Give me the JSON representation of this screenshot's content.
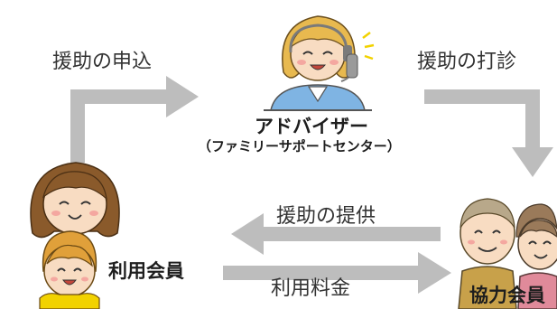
{
  "colors": {
    "arrow": "#bdbdbd",
    "skin": "#f8dcc2",
    "hair_brown": "#8a5a2b",
    "hair_blonde": "#e8b94f",
    "headset": "#7a7a7a",
    "shirt_blue": "#7fb4e3",
    "cheek": "#f4a7a0",
    "hair_gray": "#b8a88a",
    "accent_yellow": "#f2d200"
  },
  "actors": {
    "advisor": {
      "label": "アドバイザー",
      "sublabel": "（ファミリーサポートセンター）",
      "icon": "advisor-with-headset-icon"
    },
    "user_member": {
      "label": "利用会員",
      "icon": "mother-and-child-icon"
    },
    "cooperating_member": {
      "label": "協力会員",
      "icon": "elderly-couple-icon"
    }
  },
  "flows": {
    "request": {
      "label": "援助の申込",
      "direction": "user-to-advisor"
    },
    "inquiry": {
      "label": "援助の打診",
      "direction": "advisor-to-cooperator"
    },
    "provision": {
      "label": "援助の提供",
      "direction": "cooperator-to-user"
    },
    "fee": {
      "label": "利用料金",
      "direction": "user-to-cooperator"
    }
  }
}
